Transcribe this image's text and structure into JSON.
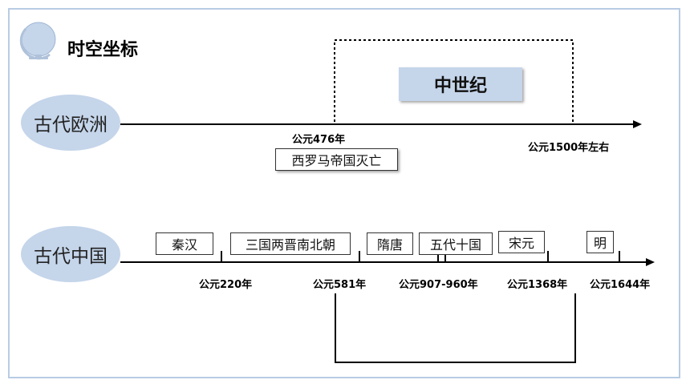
{
  "title": "时空坐标",
  "icons": {
    "title_icon": "globe-icon"
  },
  "colors": {
    "accent": "#c5d5ea",
    "frame": "#b8cce4"
  },
  "europe": {
    "label": "古代欧洲",
    "period_label": "中世纪",
    "start_date": "公元476年",
    "start_event": "西罗马帝国灭亡",
    "end_date": "公元1500年左右"
  },
  "china": {
    "label": "古代中国",
    "dynasties": [
      "秦汉",
      "三国两晋南北朝",
      "隋唐",
      "五代十国",
      "宋元",
      "明"
    ],
    "dates": [
      "公元220年",
      "公元581年",
      "公元907-960年",
      "公元1368年",
      "公元1644年"
    ]
  }
}
